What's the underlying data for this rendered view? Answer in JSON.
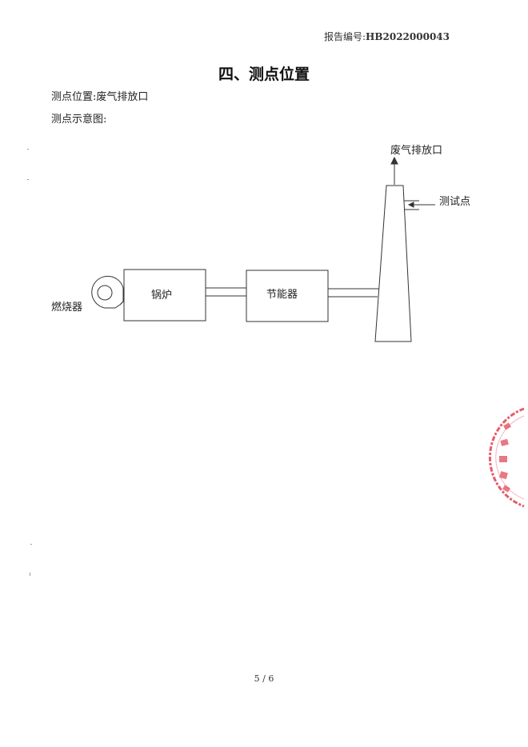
{
  "header": {
    "report_label": "报告编号:",
    "report_code": "HB2022000043"
  },
  "section": {
    "title": "四、测点位置"
  },
  "info": {
    "location_line": "测点位置:废气排放口",
    "diagram_caption": "测点示意图:"
  },
  "diagram": {
    "burner_label": "燃烧器",
    "boiler_label": "锅炉",
    "economizer_label": "节能器",
    "outlet_label": "废气排放口",
    "test_point_label": "测试点"
  },
  "footer": {
    "page_number": "5 / 6"
  },
  "colors": {
    "stamp": "#e04050",
    "line": "#333333"
  }
}
